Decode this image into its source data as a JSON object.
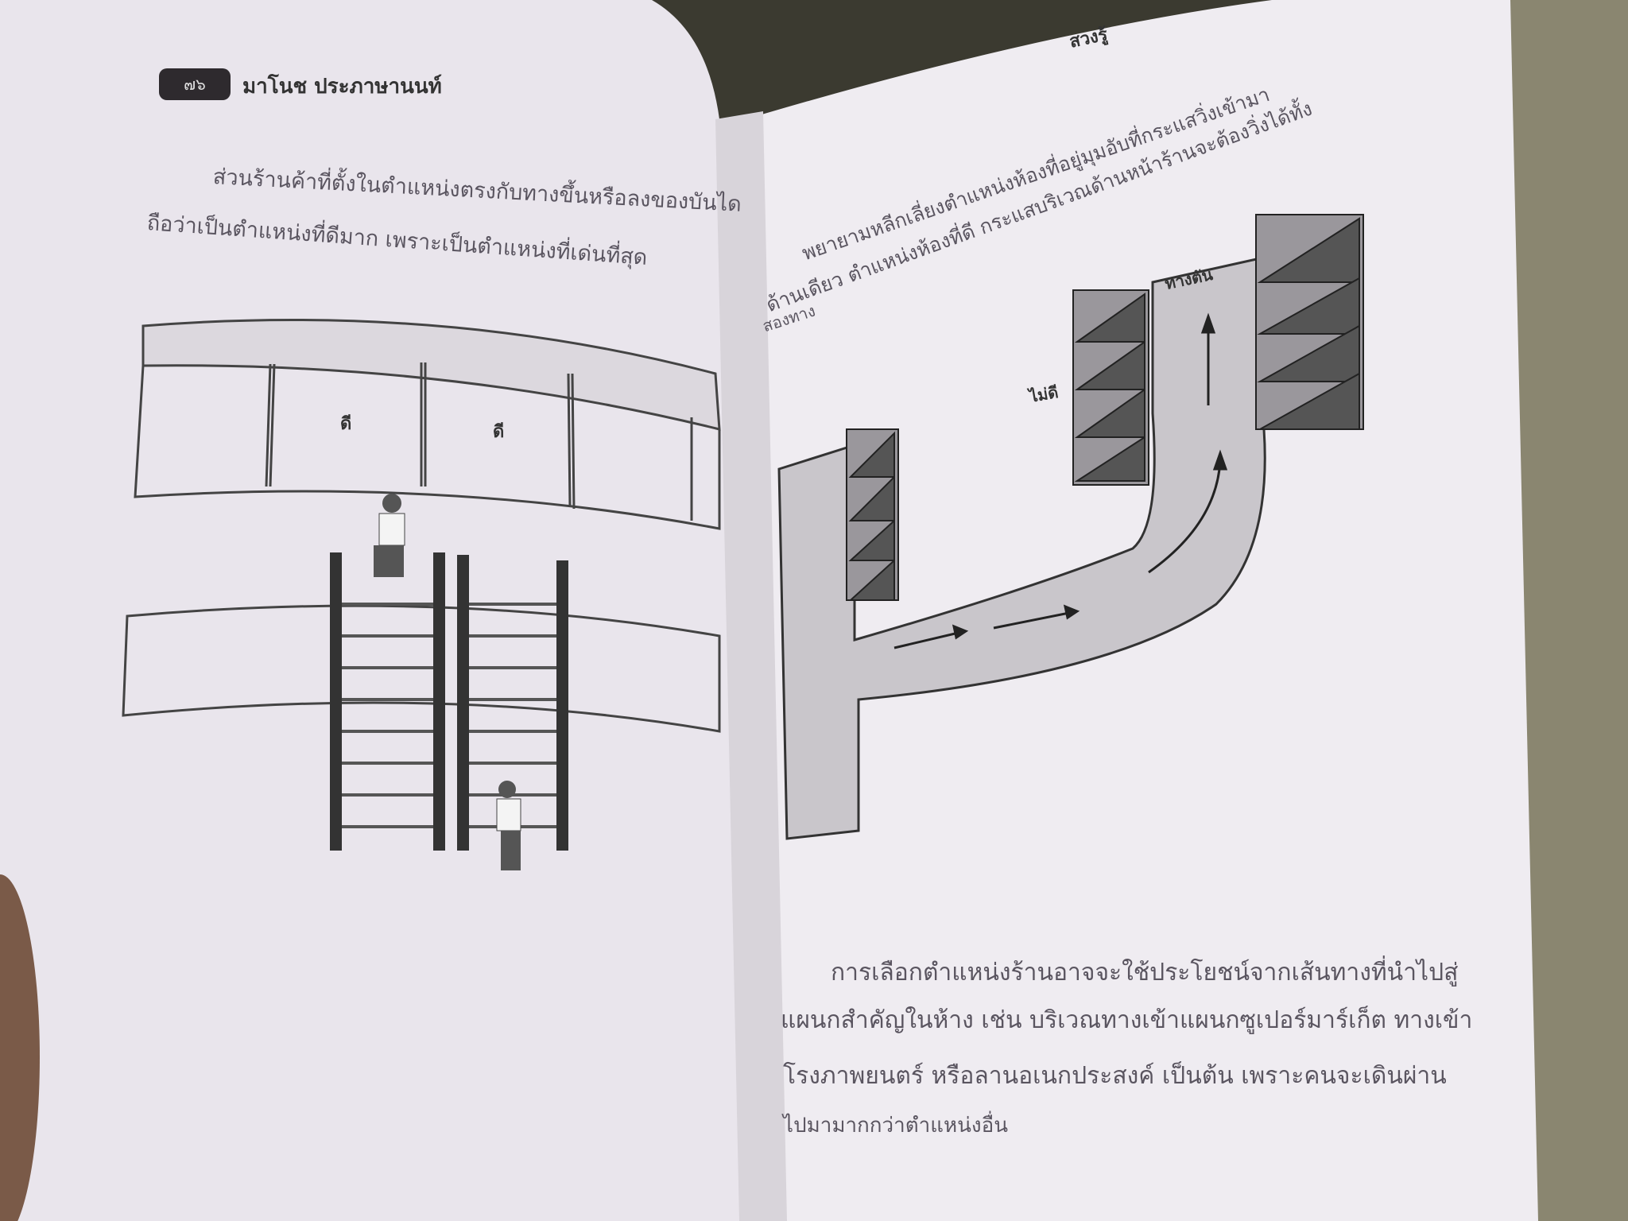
{
  "left_page": {
    "header": {
      "page_number": "๗๖",
      "author": "มาโนช ประภาษานนท์"
    },
    "paragraph": [
      "ส่วนร้านค้าที่ตั้งในตำแหน่งตรงกับทางขึ้นหรือลงของบันได",
      "ถือว่าเป็นตำแหน่งที่ดีมาก  เพราะเป็นตำแหน่งที่เด่นที่สุด"
    ],
    "diagram_labels": [
      "ดี",
      "ดี"
    ]
  },
  "right_page": {
    "header": {
      "title": "สวงรู้"
    },
    "paragraph_top": [
      "พยายามหลีกเลี่ยงตำแหน่งห้องที่อยู่มุมอับที่กระแสวิ่งเข้ามา",
      "ด้านเดียว ตำแหน่งห้องที่ดี กระแสบริเวณด้านหน้าร้านจะต้องวิ่งได้ทั้ง",
      "สองทาง"
    ],
    "diagram_labels": {
      "bad": "ไม่ดี",
      "dead_end": "ทางตัน"
    },
    "paragraph_bottom": [
      "การเลือกตำแหน่งร้านอาจจะใช้ประโยชน์จากเส้นทางที่นำไปสู่",
      "แผนกสำคัญในห้าง เช่น บริเวณทางเข้าแผนกซูเปอร์มาร์เก็ต ทางเข้า",
      "โรงภาพยนตร์ หรือลานอเนกประสงค์ เป็นต้น เพราะคนจะเดินผ่าน",
      "ไปมามากกว่าตำแหน่งอื่น"
    ]
  },
  "colors": {
    "paper": "#eeeaf0",
    "background": "#3b3a30",
    "ink": "#5a5560"
  }
}
